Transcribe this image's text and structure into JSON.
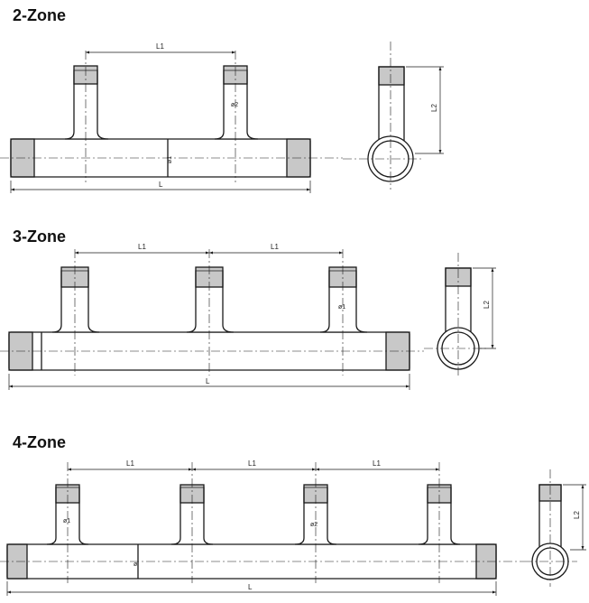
{
  "zones": [
    {
      "title": "2-Zone",
      "dim_spacing": "L1",
      "dim_length": "L",
      "dim_height": "L2",
      "dia_outlet": "ø2",
      "dia_main": "ø1"
    },
    {
      "title": "3-Zone",
      "dim_spacing": "L1",
      "dim_length": "L",
      "dim_height": "L2",
      "dia_outlet": "ø1"
    },
    {
      "title": "4-Zone",
      "dim_spacing": "L1",
      "dim_length": "L",
      "dim_height": "L2",
      "dia_outlet_a": "ø1",
      "dia_outlet_b": "ø2",
      "dia_main": "ø"
    }
  ],
  "colors": {
    "line": "#1a1a1a",
    "tone": "#9a9a9a"
  }
}
